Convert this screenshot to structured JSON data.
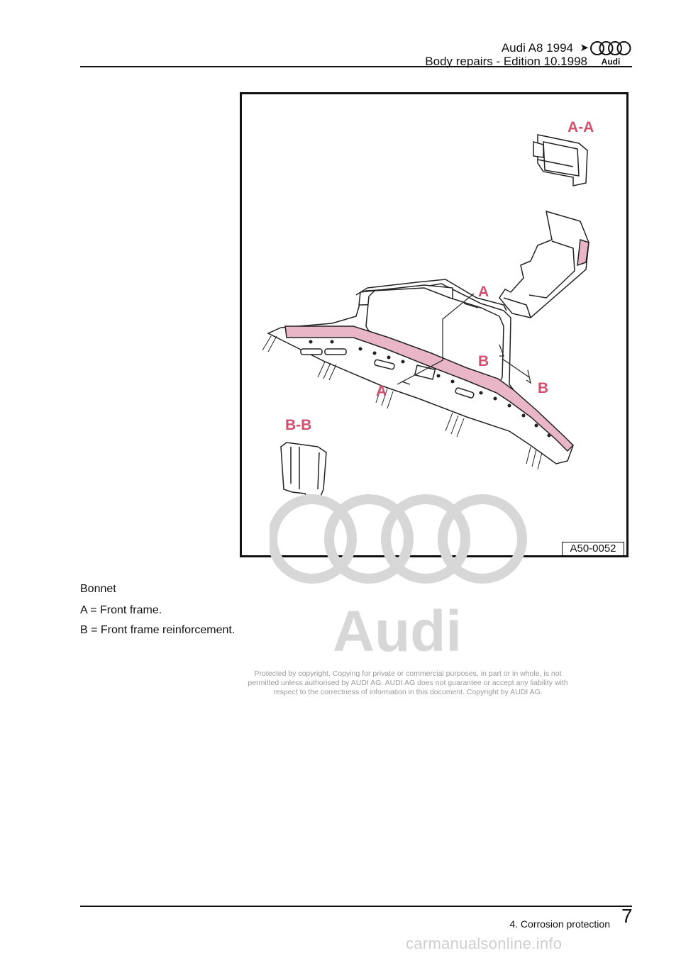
{
  "header": {
    "title": "Audi A8 1994",
    "arrow": "➤",
    "subtitle": "Body repairs - Edition 10.1998",
    "logo_text": "Audi"
  },
  "figure": {
    "labels": {
      "section_aa": "A-A",
      "section_bb": "B-B",
      "a_top": "A",
      "a_bottom": "A",
      "b_left": "B",
      "b_right": "B"
    },
    "code": "A50-0052",
    "highlight_color": "#e8b6c6",
    "label_color": "#d0506e"
  },
  "captions": {
    "title": "Bonnet",
    "line_a": "A = Front frame.",
    "line_b": "B = Front frame reinforcement."
  },
  "watermark": {
    "brand": "Audi",
    "text": "Protected by copyright. Copying for private or commercial purposes, in part or in whole, is not permitted unless authorised by AUDI AG. AUDI AG does not guarantee or accept any liability with respect to the correctness of information in this document. Copyright by AUDI AG."
  },
  "footer": {
    "section": "4. Corrosion protection",
    "page_number": "7",
    "site": "carmanualsonline.info"
  }
}
